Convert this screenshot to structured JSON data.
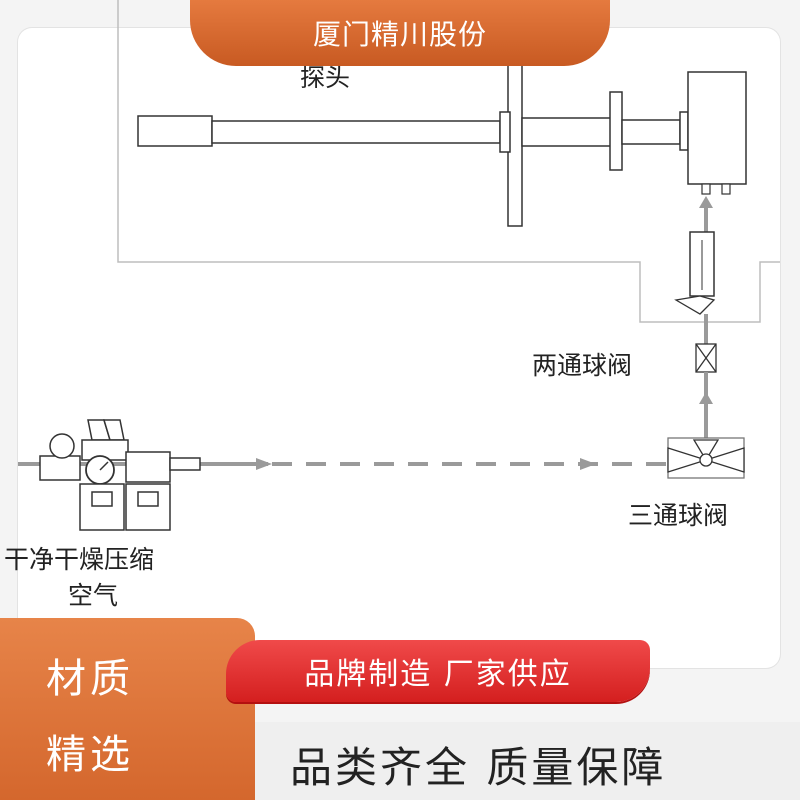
{
  "header": {
    "brand": "厦门精川股份"
  },
  "diagram": {
    "labels": {
      "probe": "探头",
      "two_way_valve": "两通球阀",
      "three_way_valve": "三通球阀",
      "air_source_line1": "干净干燥压缩",
      "air_source_line2": "空气"
    }
  },
  "footer": {
    "quality_line1": "材质",
    "quality_line2": "精选",
    "banner": "品牌制造  厂家供应",
    "guarantee": "品类齐全  质量保障"
  },
  "colors": {
    "brand_orange": "#d4672d",
    "banner_red": "#e02a2a",
    "line_gray": "#9a9a9a"
  }
}
